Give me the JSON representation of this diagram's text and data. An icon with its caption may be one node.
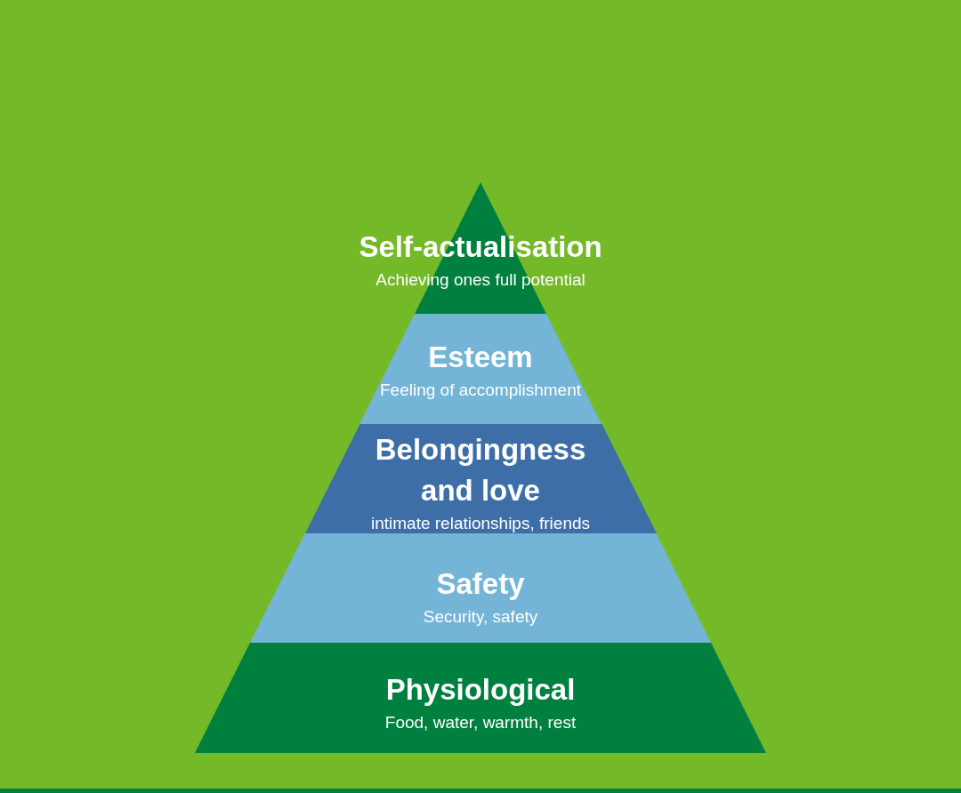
{
  "diagram": {
    "nodes": [
      {
        "text": [
          "Self-actualisation",
          "Achieving ones full potential"
        ]
      },
      {
        "text": [
          "Esteem",
          "Feeling of accomplishment"
        ]
      },
      {
        "text": [
          "Belongingness and love",
          "intimate relationships, friends"
        ]
      },
      {
        "text": [
          "Safety",
          "Security, safety"
        ]
      },
      {
        "text": [
          "Physiological",
          "Food, water, warmth, rest"
        ]
      }
    ]
  }
}
